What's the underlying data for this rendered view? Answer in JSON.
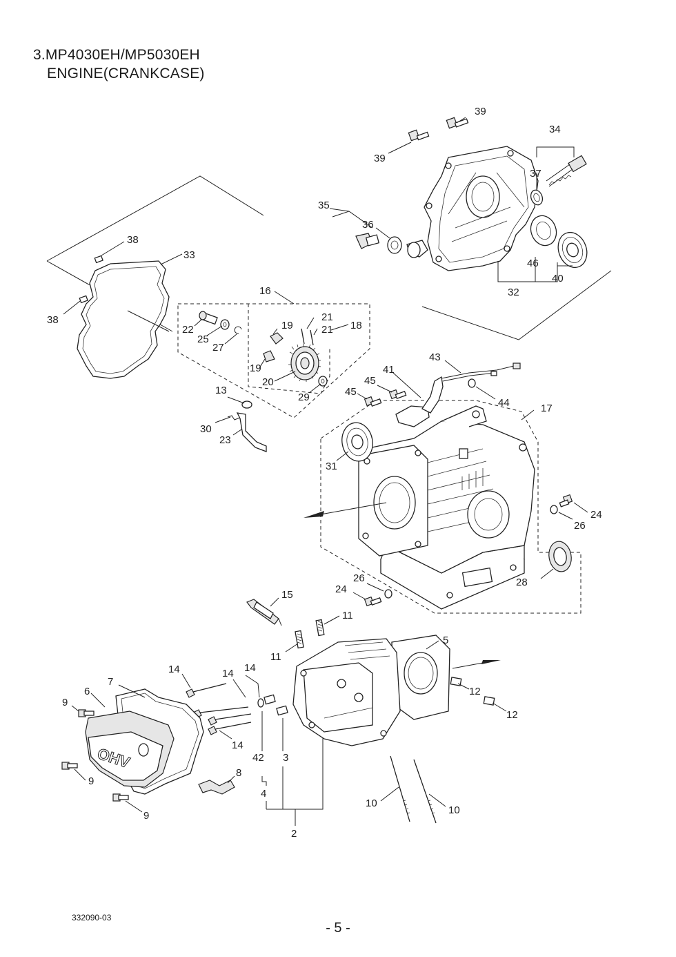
{
  "title": {
    "line1": "3.MP4030EH/MP5030EH",
    "line2": "ENGINE(CRANKCASE)"
  },
  "doc_number": "332090-03",
  "page_number": "- 5 -",
  "callouts": {
    "c39a": "39",
    "c39b": "39",
    "c34": "34",
    "c37": "37",
    "c35": "35",
    "c36": "36",
    "c46": "46",
    "c40": "40",
    "c32": "32",
    "c38a": "38",
    "c38b": "38",
    "c33": "33",
    "c16": "16",
    "c21a": "21",
    "c21b": "21",
    "c18": "18",
    "c19a": "19",
    "c19b": "19",
    "c22": "22",
    "c25": "25",
    "c27": "27",
    "c20": "20",
    "c29": "29",
    "c13": "13",
    "c30": "30",
    "c23": "23",
    "c43": "43",
    "c41": "41",
    "c45a": "45",
    "c45b": "45",
    "c44": "44",
    "c17": "17",
    "c31": "31",
    "c24a": "24",
    "c26a": "26",
    "c28": "28",
    "c26b": "26",
    "c24b": "24",
    "c15": "15",
    "c11a": "11",
    "c11b": "11",
    "c5": "5",
    "c14a": "14",
    "c14b": "14",
    "c14c": "14",
    "c14d": "14",
    "c7": "7",
    "c6": "6",
    "c9a": "9",
    "c9b": "9",
    "c9c": "9",
    "c12a": "12",
    "c12b": "12",
    "c42": "42",
    "c3": "3",
    "c4": "4",
    "c8": "8",
    "c2": "2",
    "c10a": "10",
    "c10b": "10"
  },
  "logo_text": "OHV"
}
